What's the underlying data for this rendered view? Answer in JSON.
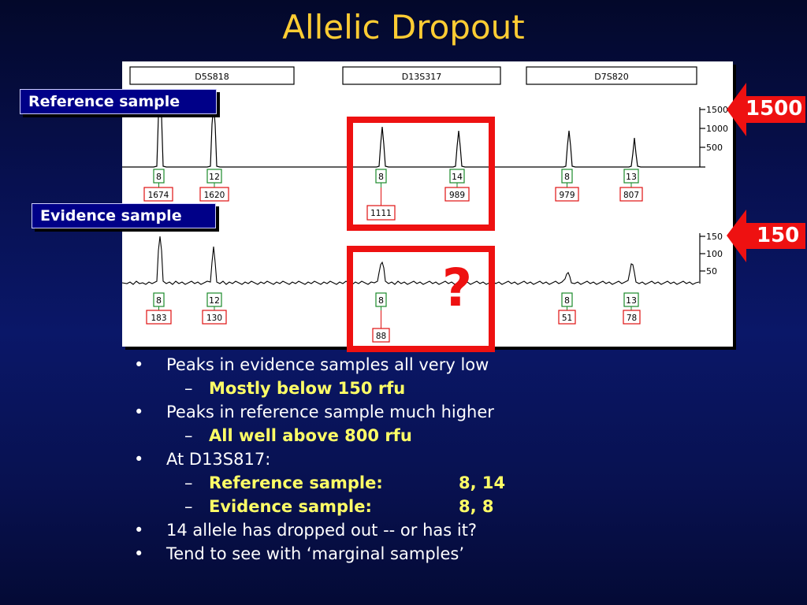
{
  "slide": {
    "title": "Allelic Dropout",
    "reference_label": "Reference sample",
    "evidence_label": "Evidence sample",
    "ref_scale_arrow": "1500",
    "evd_scale_arrow": "150",
    "question_mark": "?"
  },
  "electropherogram": {
    "markers": [
      "D5S818",
      "D13S317",
      "D7S820"
    ],
    "reference": {
      "axis_ticks": [
        "1500",
        "1000",
        "500"
      ],
      "alleles": [
        "8",
        "12",
        "8",
        "14",
        "8",
        "13"
      ],
      "heights": [
        "1674",
        "1620",
        "1111",
        "989",
        "979",
        "807"
      ]
    },
    "evidence": {
      "axis_ticks": [
        "150",
        "100",
        "50"
      ],
      "alleles": [
        "8",
        "12",
        "8",
        "8",
        "13"
      ],
      "heights": [
        "183",
        "130",
        "88",
        "51",
        "78"
      ]
    }
  },
  "bullets": {
    "b1": "Peaks in evidence samples all very low",
    "b1_sub": "Mostly below 150 rfu",
    "b2": "Peaks in reference sample much higher",
    "b2_sub": "All well above 800 rfu",
    "b3": "At D13S817:",
    "b3_sub1_label": "Reference sample:",
    "b3_sub1_value": "8, 14",
    "b3_sub2_label": "Evidence sample:",
    "b3_sub2_value": "8, 8",
    "b4": "14 allele has dropped out -- or has it?",
    "b5": "Tend to see with ‘marginal samples’",
    "bullet_glyph": "•",
    "dash_glyph": "–"
  },
  "colors": {
    "title": "#ffcc33",
    "highlight_box": "#ee1111",
    "allele_box": "#1a8a2a",
    "height_box": "#e01010",
    "label_bg": "#000088",
    "sub_bullet_text": "#ffff66"
  }
}
